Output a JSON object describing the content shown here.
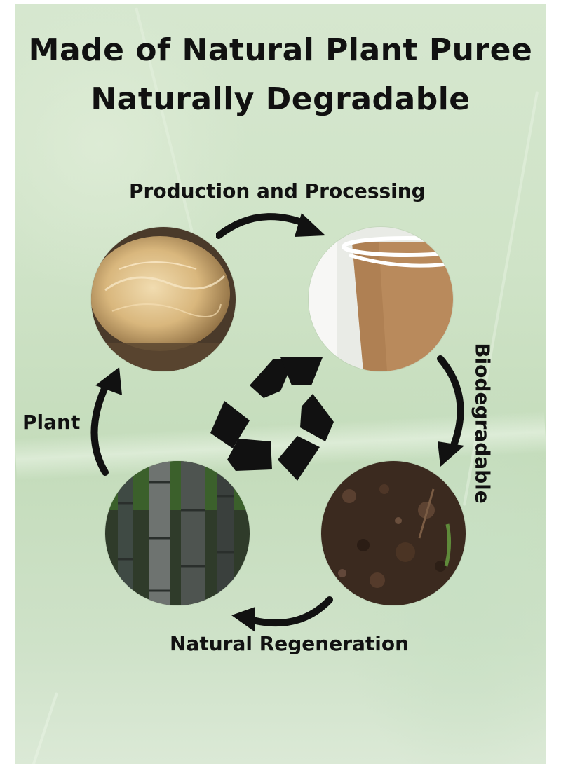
{
  "title": {
    "line1": "Made of Natural Plant Puree",
    "line2": "Naturally Degradable"
  },
  "cycle": {
    "top_label": "Production and Processing",
    "right_label": "Biodegradable",
    "bottom_label": "Natural Regeneration",
    "left_label": "Plant"
  },
  "images": {
    "top_left": "plant-pulp-photo",
    "top_right": "paper-cup-photo",
    "bottom_right": "soil-photo",
    "bottom_left": "sugarcane-photo"
  },
  "icons": {
    "center": "recycle-icon",
    "arrow": "curved-arrow-icon"
  },
  "colors": {
    "background": "#cfe3c7",
    "text": "#111111",
    "arrow": "#111111"
  }
}
